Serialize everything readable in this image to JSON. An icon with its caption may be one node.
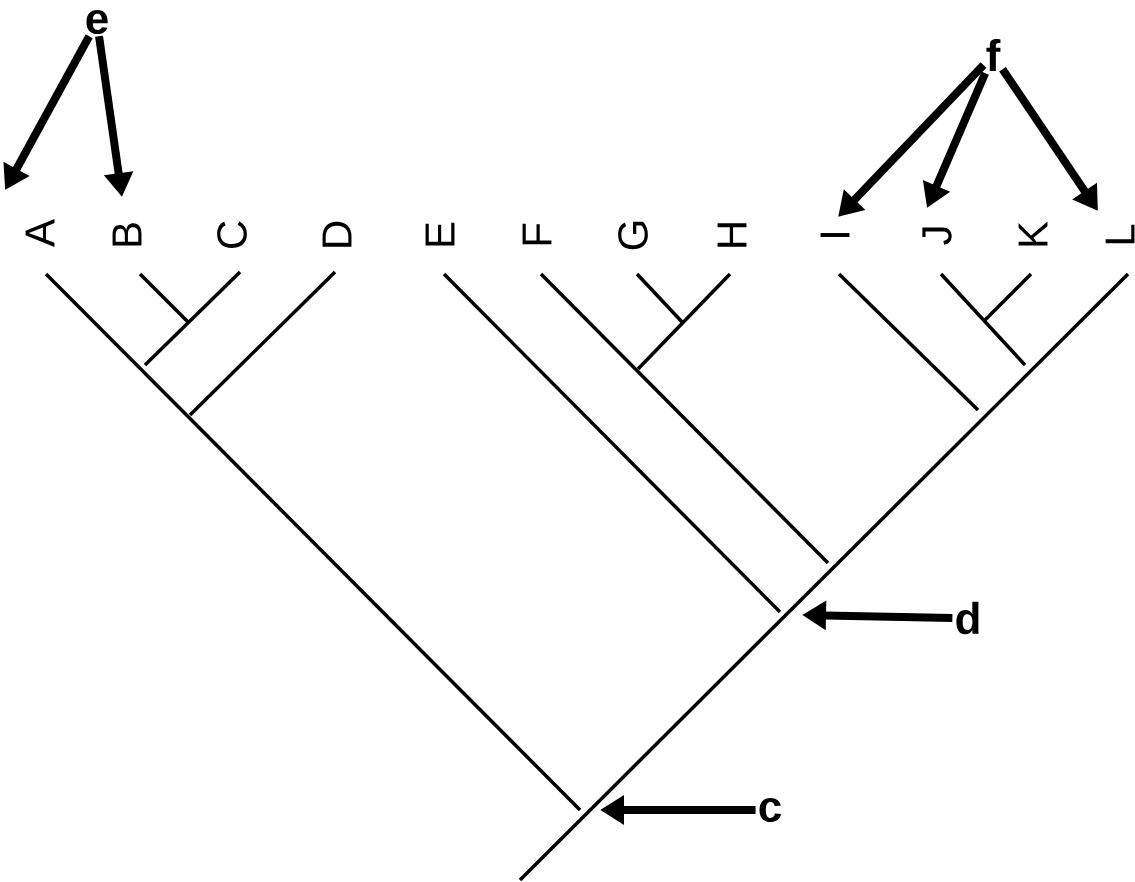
{
  "diagram": {
    "nodes": [
      {
        "text": [
          "e"
        ]
      },
      {
        "text": [
          "f"
        ]
      },
      {
        "text": [
          "A"
        ]
      },
      {
        "text": [
          "B"
        ]
      },
      {
        "text": [
          "C"
        ]
      },
      {
        "text": [
          "D"
        ]
      },
      {
        "text": [
          "E"
        ]
      },
      {
        "text": [
          "F"
        ]
      },
      {
        "text": [
          "G"
        ]
      },
      {
        "text": [
          "H"
        ]
      },
      {
        "text": [
          "I"
        ]
      },
      {
        "text": [
          "J"
        ]
      },
      {
        "text": [
          "K"
        ]
      },
      {
        "text": [
          "L"
        ]
      },
      {
        "text": [
          "d"
        ]
      },
      {
        "text": [
          "c"
        ]
      }
    ],
    "edges": [
      {
        "from": 0,
        "to": 2,
        "arrow": "to"
      },
      {
        "from": 0,
        "to": 3,
        "arrow": "to"
      },
      {
        "from": 1,
        "to": 10,
        "arrow": "to"
      },
      {
        "from": 1,
        "to": 11,
        "arrow": "to"
      },
      {
        "from": 1,
        "to": 13,
        "arrow": "to"
      },
      {
        "from": 14,
        "to": null,
        "arrow": "to"
      },
      {
        "from": 15,
        "to": null,
        "arrow": "to"
      }
    ]
  }
}
